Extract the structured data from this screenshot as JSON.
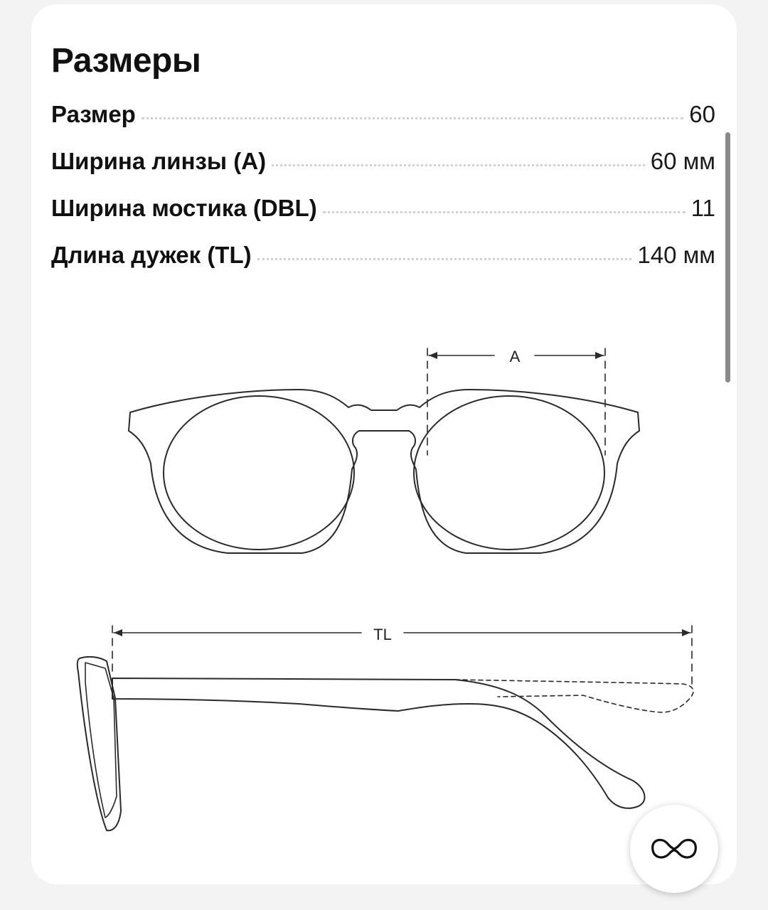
{
  "section": {
    "title": "Размеры"
  },
  "specs": [
    {
      "label": "Размер",
      "value": "60"
    },
    {
      "label": "Ширина линзы (A)",
      "value": "60 мм"
    },
    {
      "label": "Ширина мостика (DBL)",
      "value": "11"
    },
    {
      "label": "Длина дужек (TL)",
      "value": "140 мм"
    }
  ],
  "diagram": {
    "front_label": "A",
    "side_label": "TL"
  },
  "fab": {
    "icon": "glasses-icon"
  }
}
